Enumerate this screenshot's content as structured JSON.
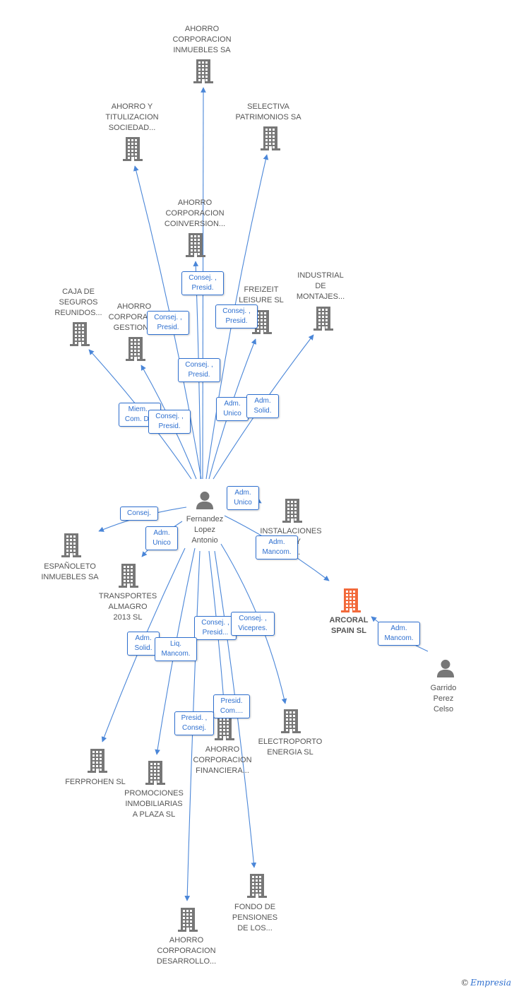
{
  "colors": {
    "edge": "#4a86d8",
    "company_icon": "#777777",
    "focus_icon": "#f26a3b",
    "person_icon": "#777777",
    "box_border": "#2e6fcf"
  },
  "persons": [
    {
      "id": "fernandez",
      "lines": [
        "Fernandez",
        "Lopez",
        "Antonio"
      ]
    },
    {
      "id": "garrido",
      "lines": [
        "Garrido",
        "Perez",
        "Celso"
      ]
    }
  ],
  "companies": [
    {
      "id": "c1",
      "lines": [
        "AHORRO",
        "CORPORACION",
        "INMUEBLES SA"
      ]
    },
    {
      "id": "c2",
      "lines": [
        "AHORRO Y",
        "TITULIZACION",
        "SOCIEDAD..."
      ]
    },
    {
      "id": "c3",
      "lines": [
        "SELECTIVA",
        "PATRIMONIOS SA"
      ]
    },
    {
      "id": "c4",
      "lines": [
        "AHORRO",
        "CORPORACION",
        "COINVERSION..."
      ]
    },
    {
      "id": "c5",
      "lines": [
        "INDUSTRIAL",
        "DE",
        "MONTAJES..."
      ]
    },
    {
      "id": "c6",
      "lines": [
        "FREIZEIT",
        "LEISURE SL"
      ]
    },
    {
      "id": "c7",
      "lines": [
        "CAJA DE",
        "SEGUROS",
        "REUNIDOS..."
      ]
    },
    {
      "id": "c8",
      "lines": [
        "AHORRO",
        "CORPORAC...",
        "GESTION..."
      ]
    },
    {
      "id": "c9",
      "lines": [
        "INSTALACIONES",
        "...O Y",
        "...C..."
      ]
    },
    {
      "id": "c10",
      "lines": [
        "ESPAÑOLETO",
        "INMUEBLES SA"
      ]
    },
    {
      "id": "c11",
      "lines": [
        "TRANSPORTES",
        "ALMAGRO",
        "2013 SL"
      ]
    },
    {
      "id": "c12",
      "lines": [
        "ARCORAL",
        "SPAIN SL"
      ],
      "focus": true
    },
    {
      "id": "c13",
      "lines": [
        "ELECTROPORTO",
        "ENERGIA SL"
      ]
    },
    {
      "id": "c14",
      "lines": [
        "AHORRO",
        "CORPORACION",
        "FINANCIERA..."
      ]
    },
    {
      "id": "c15",
      "lines": [
        "FERPROHEN SL"
      ]
    },
    {
      "id": "c16",
      "lines": [
        "PROMOCIONES",
        "INMOBILIARIAS",
        "A PLAZA SL"
      ]
    },
    {
      "id": "c17",
      "lines": [
        "FONDO DE",
        "PENSIONES",
        "DE LOS..."
      ]
    },
    {
      "id": "c18",
      "lines": [
        "AHORRO",
        "CORPORACION",
        "DESARROLLO..."
      ]
    }
  ],
  "relations": [
    {
      "id": "r1",
      "lines": [
        "Consej. ,",
        "Presid."
      ]
    },
    {
      "id": "r2",
      "lines": [
        "Consej. ,",
        "Presid."
      ]
    },
    {
      "id": "r3",
      "lines": [
        "Consej. ,",
        "Presid."
      ]
    },
    {
      "id": "r4",
      "lines": [
        "Consej. ,",
        "Presid."
      ]
    },
    {
      "id": "r5",
      "lines": [
        "Miem...",
        "Com. D..."
      ]
    },
    {
      "id": "r6",
      "lines": [
        "Consej. ,",
        "Presid."
      ]
    },
    {
      "id": "r7",
      "lines": [
        "Adm.",
        "Unico"
      ]
    },
    {
      "id": "r8",
      "lines": [
        "Adm.",
        "Solid."
      ]
    },
    {
      "id": "r9",
      "lines": [
        "Adm.",
        "Unico"
      ]
    },
    {
      "id": "r10",
      "lines": [
        "Consej."
      ]
    },
    {
      "id": "r11",
      "lines": [
        "Adm.",
        "Unico"
      ]
    },
    {
      "id": "r12",
      "lines": [
        "Adm.",
        "Mancom."
      ]
    },
    {
      "id": "r13",
      "lines": [
        "Adm.",
        "Mancom."
      ]
    },
    {
      "id": "r14",
      "lines": [
        "Consej. ,",
        "Presid..."
      ]
    },
    {
      "id": "r15",
      "lines": [
        "Consej. ,",
        "Vicepres."
      ]
    },
    {
      "id": "r16",
      "lines": [
        "Adm.",
        "Solid."
      ]
    },
    {
      "id": "r17",
      "lines": [
        "Liq.",
        "Mancom."
      ]
    },
    {
      "id": "r18",
      "lines": [
        "Presid.",
        "Com...."
      ]
    },
    {
      "id": "r19",
      "lines": [
        "Presid. ,",
        "Consej."
      ]
    }
  ],
  "footer": {
    "copyright": "©",
    "brand": "Empresia"
  }
}
